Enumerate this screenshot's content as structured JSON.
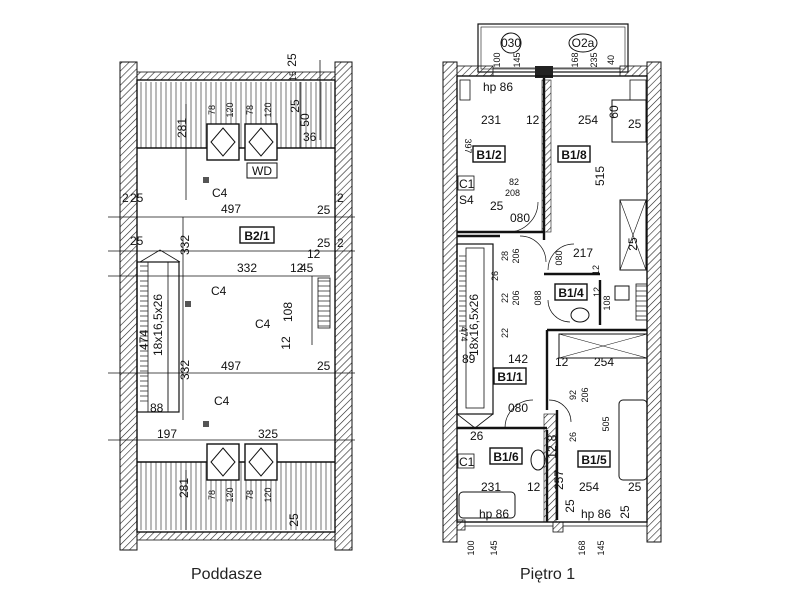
{
  "captions": {
    "left": "Poddasze",
    "right": "Piętro 1"
  },
  "poddasze": {
    "room_tag": "B2/1",
    "wd_label": "WD",
    "c4_label": "C4",
    "stair_label": "18x16,5x26",
    "dims": {
      "d281": "281",
      "d497": "497",
      "d332": "332",
      "d12": "12",
      "d45": "45",
      "d108": "108",
      "d474": "474",
      "d88": "88",
      "d197": "197",
      "d325": "325",
      "d25": "25",
      "d2": "2",
      "d78": "78",
      "d120": "120",
      "d36": "36",
      "d50": "50",
      "d15": "15"
    }
  },
  "pietro1": {
    "top_labels": {
      "a": "030",
      "b": "O2a"
    },
    "top_dims": [
      "100",
      "145",
      "168",
      "235",
      "40"
    ],
    "bottom_dims": [
      "100",
      "145",
      "168",
      "145"
    ],
    "hp_label": "hp 86",
    "rooms": {
      "b12": "B1/2",
      "b18": "B1/8",
      "b14": "B1/4",
      "b11": "B1/1",
      "b16": "B1/6",
      "b15": "B1/5"
    },
    "c1_label": "C1",
    "s4_label": "S4",
    "stair_label": "18x16,5x26",
    "dims": {
      "d231": "231",
      "d254": "254",
      "d12": "12",
      "d60": "60",
      "d25": "25",
      "d397": "397",
      "d515": "515",
      "d82": "82",
      "d208": "208",
      "d080": "080",
      "d088": "088",
      "d28": "28",
      "d206": "206",
      "d217": "217",
      "d26": "26",
      "d22": "22",
      "d108": "108",
      "d474": "474",
      "d89": "89",
      "d142": "142",
      "d92": "92",
      "d505": "505",
      "d257": "257",
      "d8": "8"
    }
  }
}
